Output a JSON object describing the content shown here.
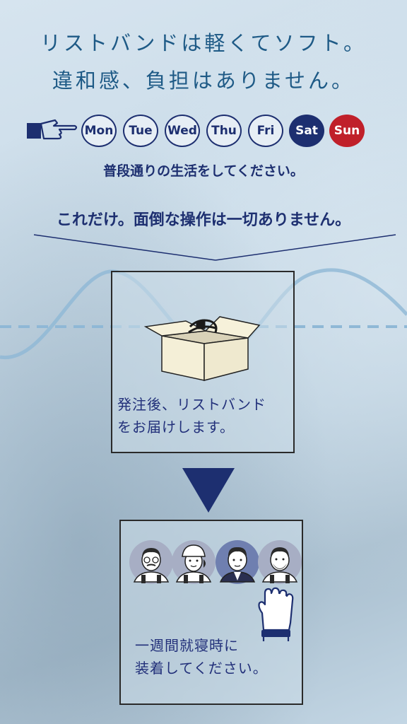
{
  "headline": {
    "line1": "リストバンドは軽くてソフト。",
    "line2": "違和感、負担はありません。"
  },
  "days": [
    "Mon",
    "Tue",
    "Wed",
    "Thu",
    "Fri",
    "Sat",
    "Sun"
  ],
  "subline": "普段通りの生活をしてください。",
  "tagline": "これだけ。面倒な操作は一切ありません。",
  "step1": {
    "line1": "発注後、リストバンド",
    "line2": "をお届けします。"
  },
  "step2": {
    "line1": "一週間就寝時に",
    "line2": "装着してください。"
  },
  "colors": {
    "navy": "#1d2f70",
    "sunday_red": "#c0202a",
    "headline_blue": "#1e5a86"
  },
  "icons": [
    "pointing-hand-icon",
    "open-box-icon",
    "wristband-icon",
    "avatar-glasses-man-icon",
    "avatar-cap-woman-icon",
    "avatar-suit-man-icon",
    "avatar-beard-man-icon",
    "raised-hand-icon"
  ]
}
